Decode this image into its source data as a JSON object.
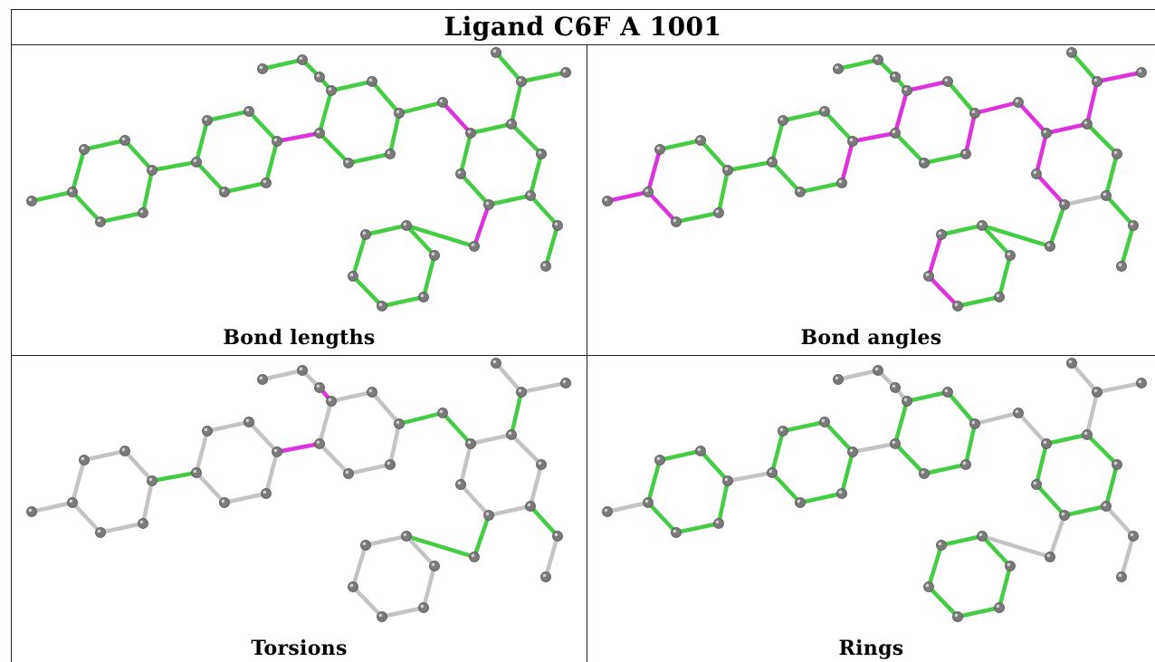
{
  "title": "Ligand C6F A 1001",
  "colors": {
    "ok": "#44cc44",
    "outlier": "#dd33dd",
    "neutral": "#c4c4c4",
    "atom": "#7a7a7a",
    "atom_highlight": "#cfcfcf",
    "grid_line": "#222222"
  },
  "panels": [
    {
      "id": "bond-lengths",
      "caption": "Bond lengths"
    },
    {
      "id": "bond-angles",
      "caption": "Bond angles"
    },
    {
      "id": "torsions",
      "caption": "Torsions"
    },
    {
      "id": "rings",
      "caption": "Rings"
    }
  ],
  "molecule": {
    "atoms": [
      "T1",
      "T2",
      "T3",
      "A1",
      "A2",
      "A3",
      "A4",
      "A5",
      "A6",
      "B1",
      "B2",
      "B3",
      "B4",
      "B5",
      "B6",
      "C1",
      "C2",
      "C3",
      "C4",
      "C5",
      "C6",
      "L1",
      "D1",
      "D2",
      "D3",
      "D4",
      "D5",
      "D6",
      "M1",
      "M2",
      "M3",
      "E1",
      "E2",
      "E3",
      "E4",
      "E5",
      "E6",
      "Q1",
      "F1",
      "F2",
      "F3",
      "F4",
      "F5",
      "F6"
    ],
    "bonds": [
      [
        "T1",
        "T2"
      ],
      [
        "T2",
        "T3"
      ],
      [
        "T3",
        "C1"
      ],
      [
        "A1",
        "A2"
      ],
      [
        "A2",
        "A3"
      ],
      [
        "A3",
        "A4"
      ],
      [
        "A4",
        "A5"
      ],
      [
        "A5",
        "A6"
      ],
      [
        "A6",
        "A1"
      ],
      [
        "A3",
        "B6"
      ],
      [
        "B1",
        "B2"
      ],
      [
        "B2",
        "B3"
      ],
      [
        "B3",
        "B4"
      ],
      [
        "B4",
        "B5"
      ],
      [
        "B5",
        "B6"
      ],
      [
        "B6",
        "B1"
      ],
      [
        "B4",
        "C6"
      ],
      [
        "C1",
        "C2"
      ],
      [
        "C2",
        "C3"
      ],
      [
        "C3",
        "C4"
      ],
      [
        "C4",
        "C5"
      ],
      [
        "C5",
        "C6"
      ],
      [
        "C6",
        "C1"
      ],
      [
        "C3",
        "L1"
      ],
      [
        "L1",
        "D1"
      ],
      [
        "D1",
        "D2"
      ],
      [
        "D2",
        "D3"
      ],
      [
        "D3",
        "D4"
      ],
      [
        "D4",
        "D5"
      ],
      [
        "D5",
        "D6"
      ],
      [
        "D6",
        "D1"
      ],
      [
        "D2",
        "M1"
      ],
      [
        "M1",
        "M2"
      ],
      [
        "M1",
        "M3"
      ],
      [
        "D4",
        "E2"
      ],
      [
        "D4",
        "Q1"
      ],
      [
        "Q1",
        "Q2"
      ],
      [
        "D5",
        "F2"
      ],
      [
        "E1",
        "E2"
      ],
      [
        "E2",
        "E3"
      ],
      [
        "E3",
        "E4"
      ],
      [
        "E4",
        "E5"
      ],
      [
        "E5",
        "E6"
      ],
      [
        "E6",
        "E1"
      ],
      [
        "A6",
        "A7"
      ]
    ],
    "bond_colors": {
      "bond-lengths": {
        "default": "ok",
        "outliers": [
          [
            "B3",
            "B4"
          ],
          [
            "L1",
            "D1"
          ],
          [
            "D5",
            "F2"
          ]
        ]
      },
      "bond-angles": {
        "default": "ok",
        "outliers": [
          [
            "A5",
            "A6"
          ],
          [
            "A6",
            "A1"
          ],
          [
            "A6",
            "A7"
          ],
          [
            "A1",
            "A2"
          ],
          [
            "B4",
            "C6"
          ],
          [
            "B3",
            "B4"
          ],
          [
            "C6",
            "C1"
          ],
          [
            "C1",
            "C2"
          ],
          [
            "C2",
            "C3"
          ],
          [
            "C3",
            "C4"
          ],
          [
            "C3",
            "L1"
          ],
          [
            "L1",
            "D1"
          ],
          [
            "D1",
            "D2"
          ],
          [
            "D2",
            "D3"
          ],
          [
            "D1",
            "D6"
          ],
          [
            "D6",
            "D5"
          ],
          [
            "M1",
            "M3"
          ],
          [
            "E5",
            "E6"
          ],
          [
            "E6",
            "E1"
          ]
        ],
        "neutrals": []
      },
      "torsions": {
        "default": "neutral",
        "ok": [
          [
            "A3",
            "B6"
          ],
          [
            "C3",
            "L1"
          ],
          [
            "L1",
            "D1"
          ],
          [
            "D2",
            "M1"
          ],
          [
            "D4",
            "Q1"
          ],
          [
            "D5",
            "F2"
          ]
        ],
        "outliers": [
          [
            "T3",
            "C1"
          ],
          [
            "B4",
            "C6"
          ]
        ]
      },
      "rings": {
        "default": "neutral",
        "ok_rings": [
          "A",
          "B",
          "C",
          "D",
          "E"
        ]
      }
    }
  }
}
